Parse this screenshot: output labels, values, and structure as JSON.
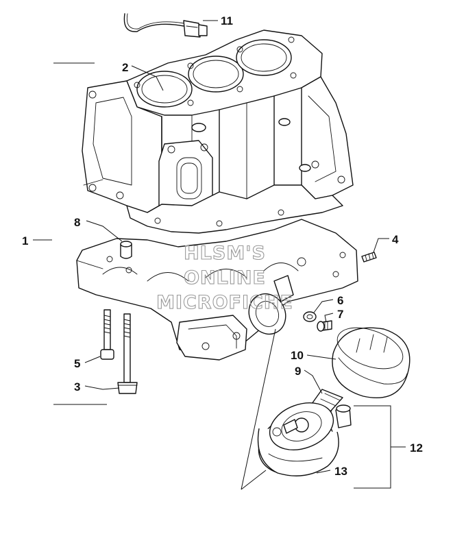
{
  "callouts": {
    "c1": "1",
    "c2": "2",
    "c3": "3",
    "c4": "4",
    "c5": "5",
    "c6": "6",
    "c7": "7",
    "c8": "8",
    "c9": "9",
    "c10": "10",
    "c11": "11",
    "c12": "12",
    "c13": "13"
  },
  "watermark": {
    "line1": "HLSM'S",
    "line2": "ONLINE",
    "line3": "MICROFICHE"
  }
}
